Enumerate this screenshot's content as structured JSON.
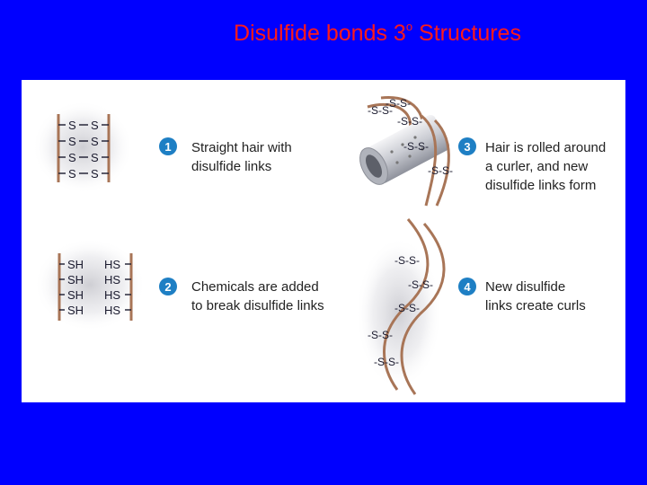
{
  "title": {
    "main": "Disulfide bonds 3",
    "superscript": "o",
    "tail": " Structures"
  },
  "colors": {
    "background": "#0000ff",
    "title": "#ff1a1a",
    "panel": "#ffffff",
    "hair_strand": "#a87557",
    "step_badge": "#1e7fc4"
  },
  "steps": [
    {
      "number": "1",
      "lines": [
        "Straight hair with",
        "disulfide links"
      ]
    },
    {
      "number": "2",
      "lines": [
        "Chemicals are added",
        "to break disulfide links"
      ]
    },
    {
      "number": "3",
      "lines": [
        "Hair is rolled around",
        "a curler, and new",
        "disulfide links form"
      ]
    },
    {
      "number": "4",
      "lines": [
        "New disulfide",
        "links create curls"
      ]
    }
  ],
  "labels": {
    "sulfur": "S",
    "sh": "SH",
    "hs": "HS",
    "disulfide": "-S-S-"
  }
}
